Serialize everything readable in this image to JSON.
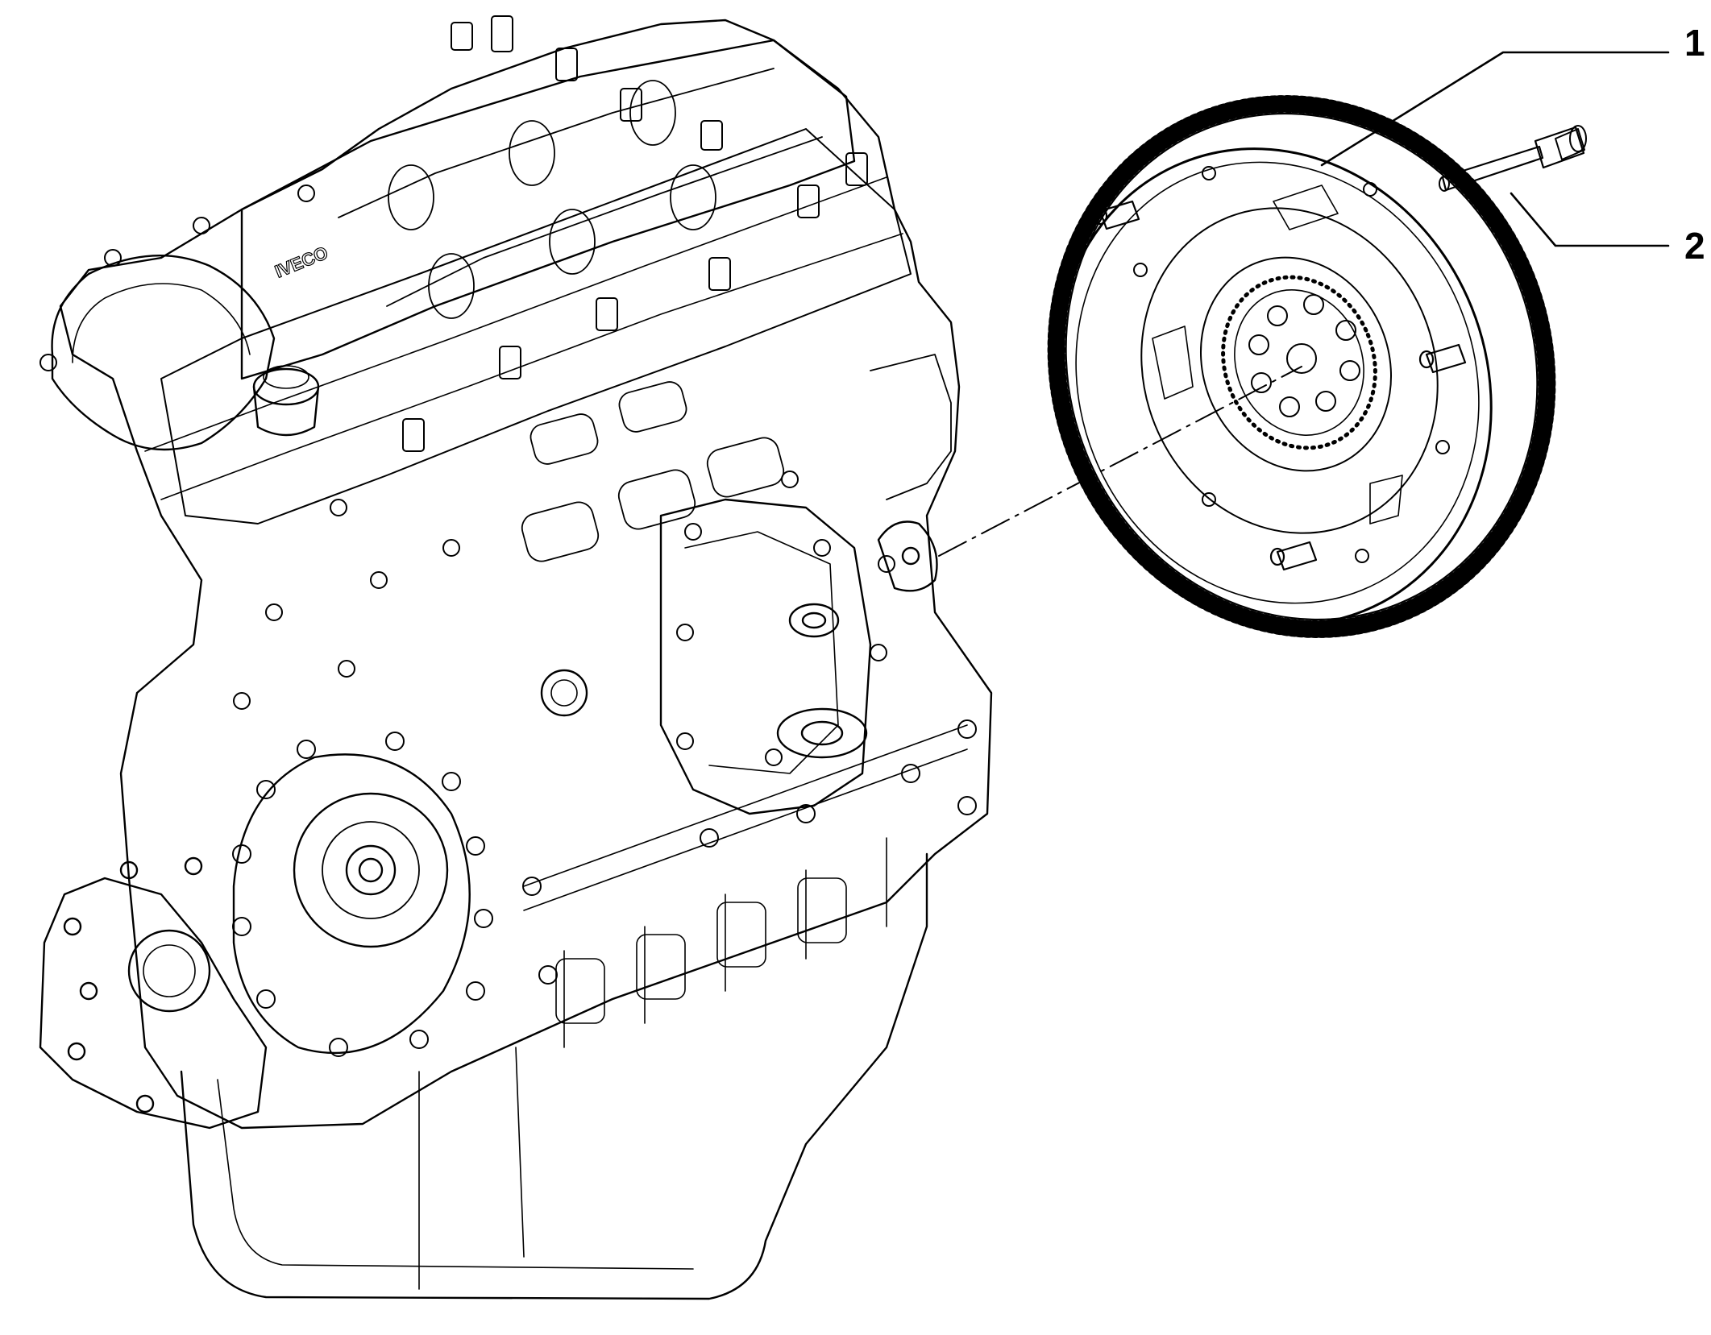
{
  "engine": {
    "brand_mark": "IVECO"
  },
  "callouts": [
    {
      "number": "1",
      "part": "flywheel"
    },
    {
      "number": "2",
      "part": "bolt"
    }
  ]
}
